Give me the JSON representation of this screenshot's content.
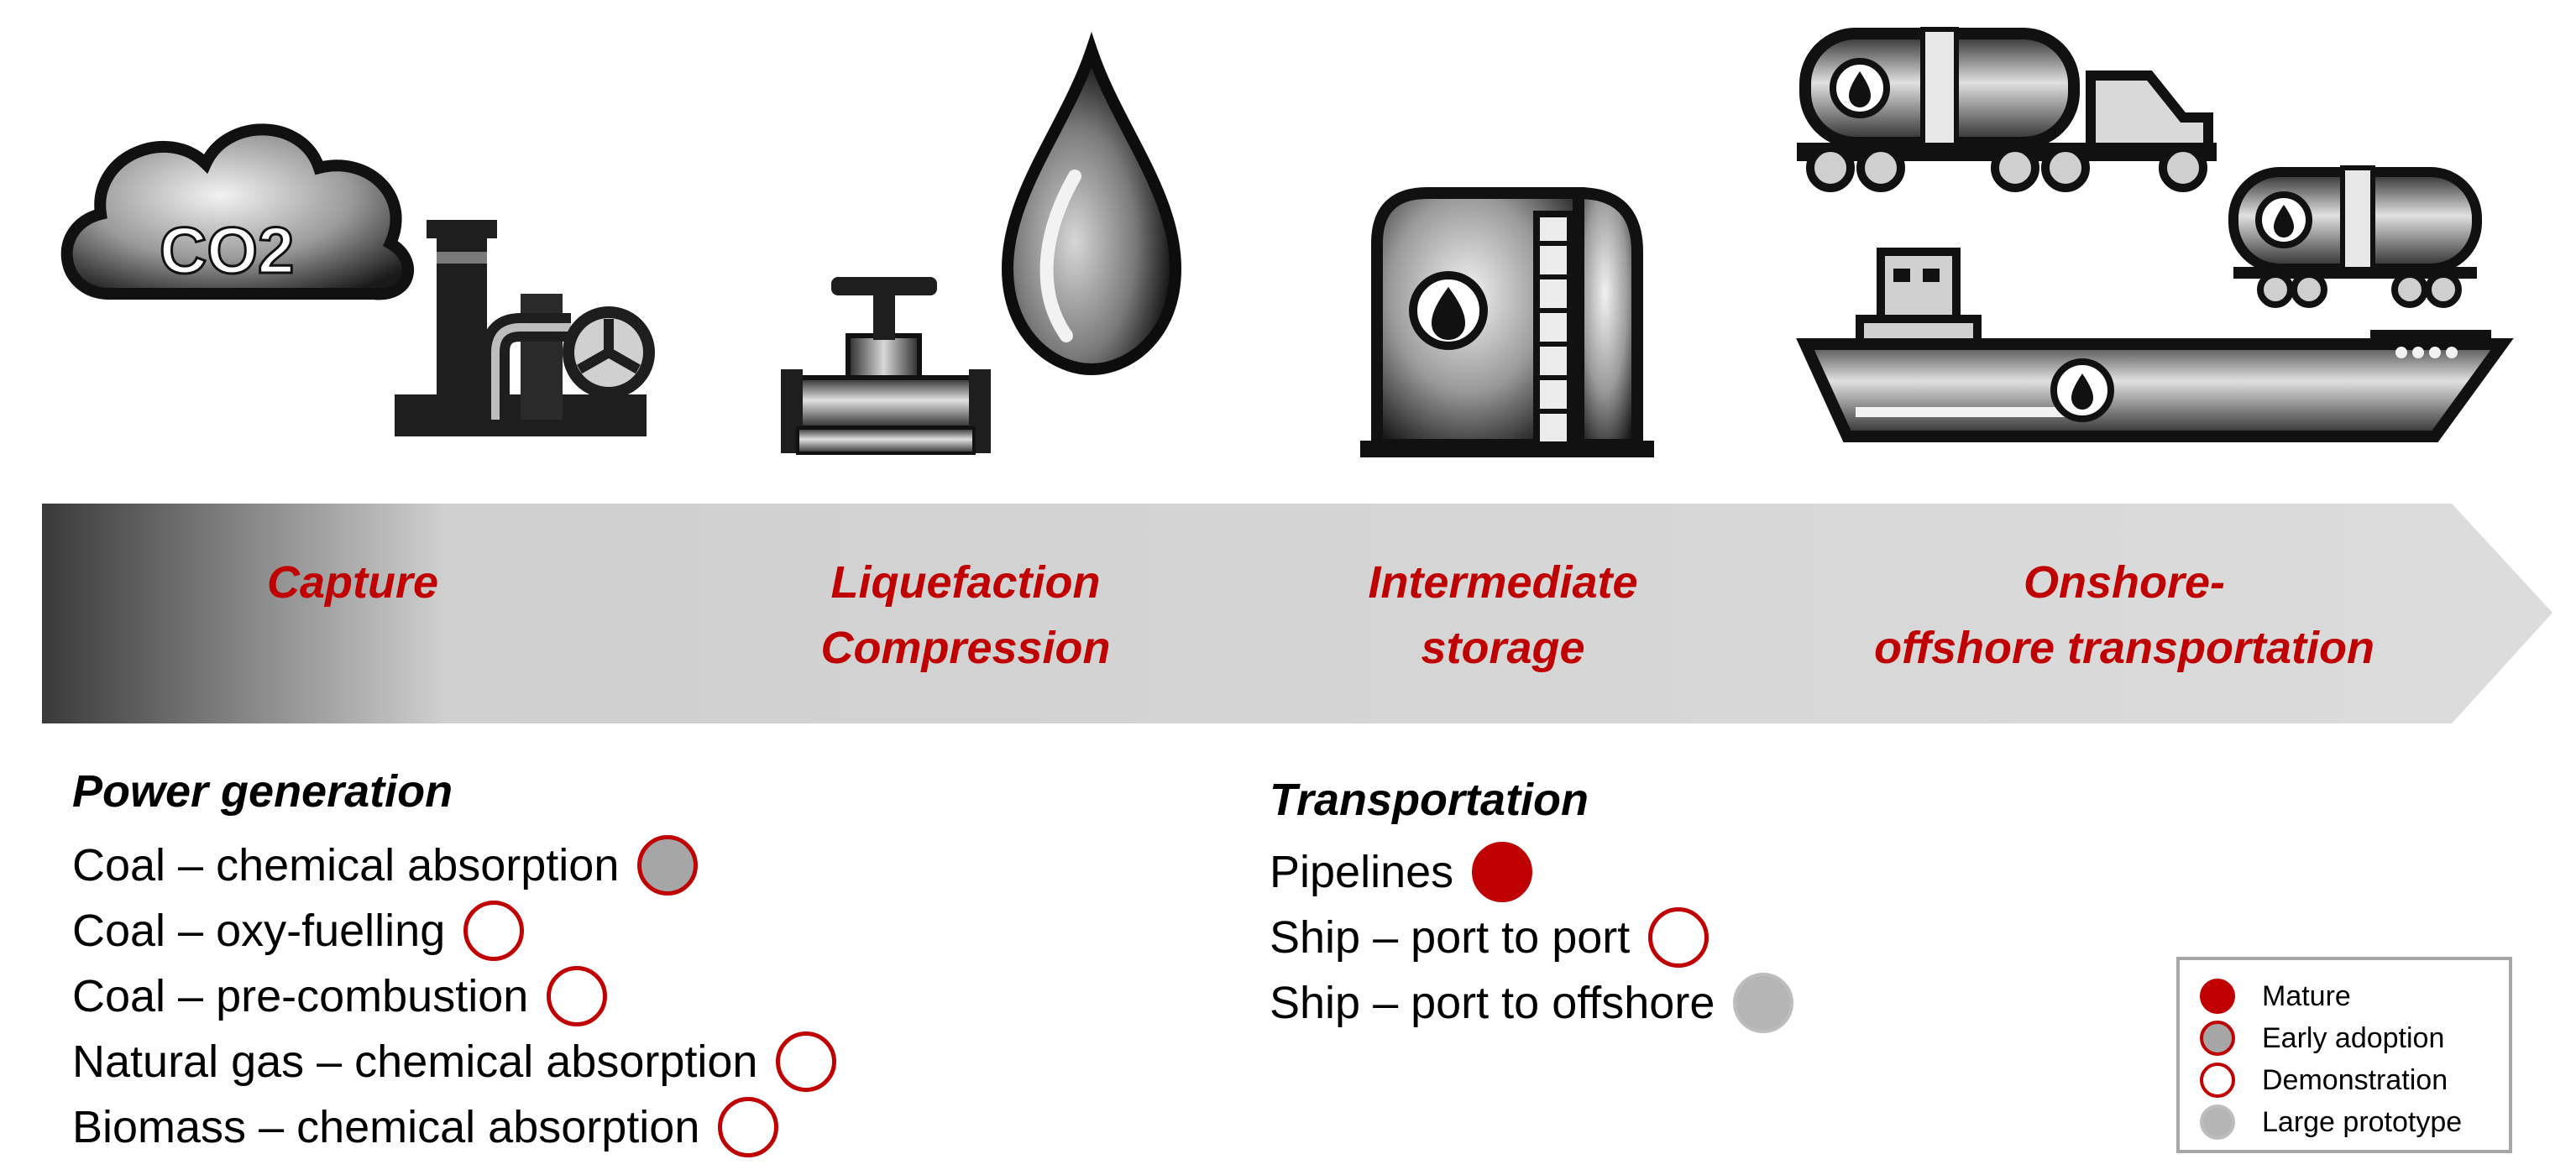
{
  "stages": [
    {
      "key": "capture",
      "lines": [
        "Capture"
      ]
    },
    {
      "key": "liquefaction",
      "lines": [
        "Liquefaction",
        "Compression"
      ]
    },
    {
      "key": "storage",
      "lines": [
        "Intermediate",
        "storage"
      ]
    },
    {
      "key": "transportation",
      "lines": [
        "Onshore-",
        "offshore transportation"
      ]
    }
  ],
  "icons": {
    "co2_label": "CO2",
    "names": [
      "co2-cloud-icon",
      "factory-icon",
      "valve-icon",
      "droplet-icon",
      "storage-tank-icon",
      "tanker-truck-icon",
      "rail-tank-car-icon",
      "tanker-ship-icon"
    ]
  },
  "power_generation": {
    "title": "Power generation",
    "items": [
      {
        "label": "Coal – chemical absorption",
        "status": "early"
      },
      {
        "label": "Coal – oxy-fuelling",
        "status": "demonstration"
      },
      {
        "label": "Coal – pre-combustion",
        "status": "demonstration"
      },
      {
        "label": "Natural gas – chemical absorption",
        "status": "demonstration"
      },
      {
        "label": "Biomass – chemical absorption",
        "status": "demonstration"
      }
    ]
  },
  "transportation": {
    "title": "Transportation",
    "items": [
      {
        "label": "Pipelines",
        "status": "mature"
      },
      {
        "label": "Ship – port to port",
        "status": "demonstration"
      },
      {
        "label": "Ship – port to offshore",
        "status": "prototype"
      }
    ]
  },
  "legend": {
    "items": [
      {
        "label": "Mature",
        "status": "mature"
      },
      {
        "label": "Early adoption",
        "status": "early"
      },
      {
        "label": "Demonstration",
        "status": "demonstration"
      },
      {
        "label": "Large prototype",
        "status": "prototype"
      }
    ]
  },
  "colors": {
    "accent_red": "#c00000",
    "early_grey": "#a6a6a6",
    "prototype_grey": "#b5b5b5",
    "arrow_dark": "#3a3a3a",
    "arrow_light": "#dcdcdc"
  }
}
